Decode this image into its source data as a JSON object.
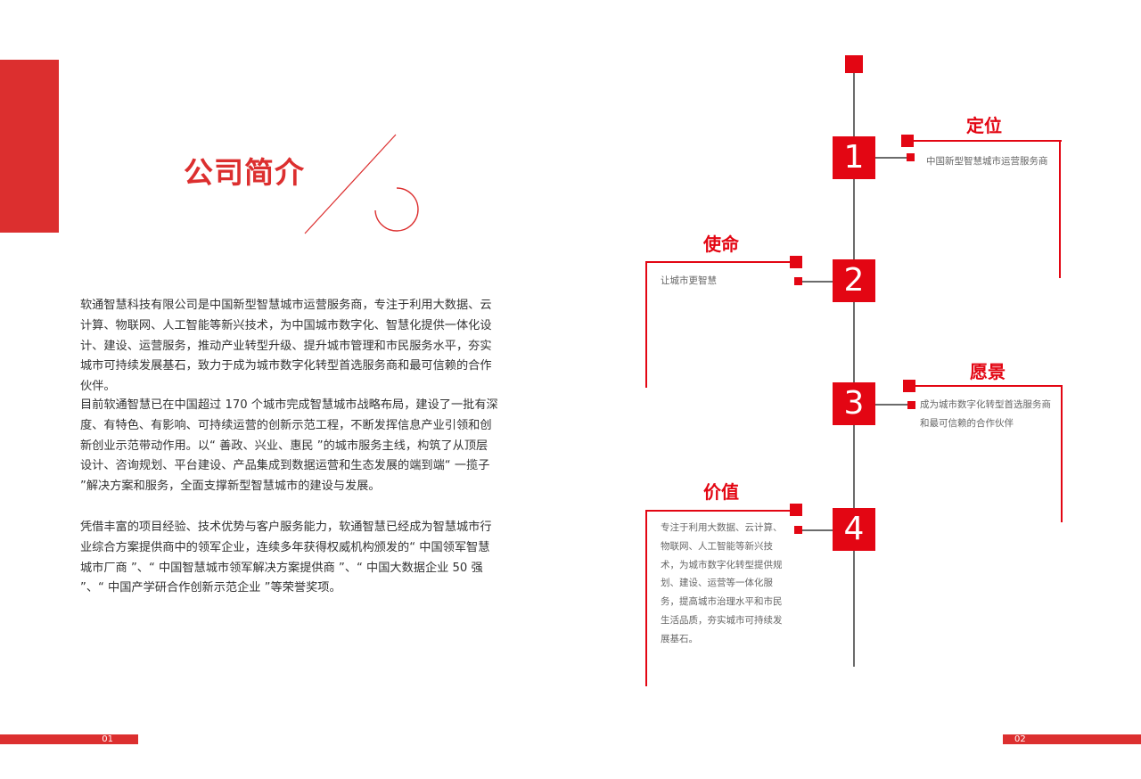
{
  "left_page": {
    "title": "公司简介",
    "paragraphs": [
      "软通智慧科技有限公司是中国新型智慧城市运营服务商，专注于利用大数据、云计算、物联网、人工智能等新兴技术，为中国城市数字化、智慧化提供一体化设计、建设、运营服务，推动产业转型升级、提升城市管理和市民服务水平，夯实城市可持续发展基石，致力于成为城市数字化转型首选服务商和最可信赖的合作伙伴。",
      "目前软通智慧已在中国超过 170 个城市完成智慧城市战略布局，建设了一批有深度、有特色、有影响、可持续运营的创新示范工程，不断发挥信息产业引领和创新创业示范带动作用。以“ 善政、兴业、惠民 ”的城市服务主线，构筑了从顶层设计、咨询规划、平台建设、产品集成到数据运营和生态发展的端到端“ 一揽子 ”解决方案和服务，全面支撑新型智慧城市的建设与发展。",
      "凭借丰富的项目经验、技术优势与客户服务能力，软通智慧已经成为智慧城市行业综合方案提供商中的领军企业，连续多年获得权威机构颁发的“ 中国领军智慧城市厂商 ”、“ 中国智慧城市领军解决方案提供商 ”、“ 中国大数据企业 50 强 ”、“ 中国产学研合作创新示范企业 ”等荣誉奖项。"
    ],
    "page_number": "01"
  },
  "right_page": {
    "timeline": [
      {
        "number": "1",
        "title": "定位",
        "text": "中国新型智慧城市运营服务商"
      },
      {
        "number": "2",
        "title": "使命",
        "text": "让城市更智慧"
      },
      {
        "number": "3",
        "title": "愿景",
        "text": "成为城市数字化转型首选服务商和最可信赖的合作伙伴"
      },
      {
        "number": "4",
        "title": "价值",
        "text": "专注于利用大数据、云计算、物联网、人工智能等新兴技术，为城市数字化转型提供规划、建设、运营等一体化服务，提高城市治理水平和市民生活品质，夯实城市可持续发展基石。"
      }
    ],
    "page_number": "02"
  },
  "colors": {
    "accent": "#e30613",
    "block_red": "#dc2f2f",
    "timeline_gray": "#6b6b6b",
    "body_text": "#333333",
    "secondary_text": "#666666"
  }
}
